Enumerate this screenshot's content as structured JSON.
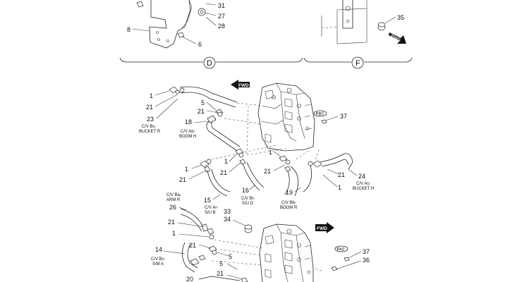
{
  "labels": {
    "l1a": "1",
    "l21a": "21",
    "l23": "23",
    "l5a": "5",
    "l21b": "21",
    "l18": "18",
    "l37a": "37",
    "l1b": "1",
    "l21c": "21",
    "l1c": "1",
    "l21d": "21",
    "l1d": "1",
    "l21e": "21",
    "l21f": "21",
    "l24": "24",
    "l1e": "1",
    "l15": "15",
    "l16": "16",
    "l19": "19",
    "l26": "26",
    "l33": "33",
    "l34": "34",
    "l21g": "21",
    "l1f": "1",
    "l21h": "21",
    "l5b": "5",
    "l14": "14",
    "l5c": "5",
    "l21i": "21",
    "l20": "20",
    "l37b": "37",
    "l36": "36",
    "l8": "8",
    "l27": "27",
    "l28": "28",
    "l6": "6",
    "l31": "31",
    "l35": "35"
  },
  "captions": {
    "c_bucketR_1": "C/V Bc-",
    "c_bucketR_2": "BUCKET R",
    "c_boomH_1": "C/V Ab-",
    "c_boomH_2": "BOOM H",
    "c_armR_1": "C/V Ba-",
    "c_armR_2": "ARM R",
    "c_sub_1": "C/V Ar-",
    "c_sub_2": "S/U B",
    "c_sud_1": "C/V Br-",
    "c_sud_2": "S/U D",
    "c_boomR_1": "C/V Bb-",
    "c_boomR_2": "BOOM R",
    "c_bucketH_1": "C/V Ac-",
    "c_bucketH_2": "BUCKET H",
    "c_sma_1": "C/V Bc-",
    "c_sma_2": "S/M A"
  },
  "sections": {
    "d": "D",
    "f": "F"
  },
  "ports": {
    "pb0": "PB0",
    "pa0": "PA0"
  },
  "fwd": {
    "label": "FWD"
  }
}
